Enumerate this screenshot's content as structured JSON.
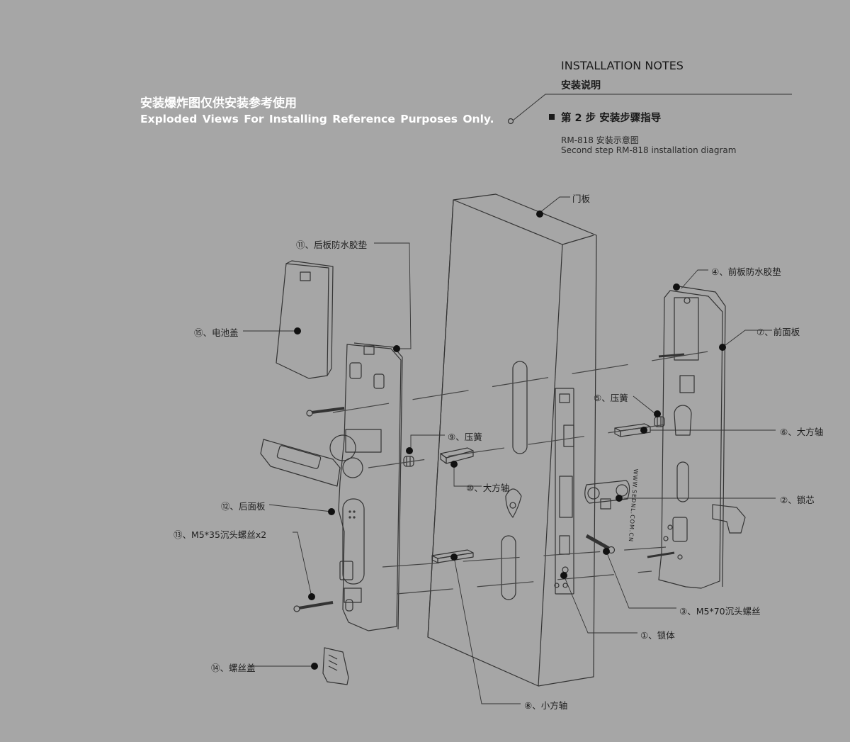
{
  "header": {
    "title_cn": "安装爆炸图仅供安装参考使用",
    "title_en": "Exploded Views For  Installing  Reference  Purposes Only."
  },
  "notes": {
    "title_en": "INSTALLATION NOTES",
    "title_cn": "安装说明",
    "step_label": "第 2 步  安装步骤指导",
    "diagram_cn": "RM-818 安装示意图",
    "diagram_en": "Second step RM-818 installation diagram"
  },
  "parts": {
    "door_panel": "门板",
    "p1": "①、锁体",
    "p2": "②、锁芯",
    "p3": "③、M5*70沉头螺丝",
    "p4": "④、前板防水胶垫",
    "p5": "⑤、压簧",
    "p6": "⑥、大方轴",
    "p7": "⑦、前面板",
    "p8": "⑧、小方轴",
    "p9": "⑨、压簧",
    "p10": "⑩、大方轴",
    "p11": "⑪、后板防水胶垫",
    "p12": "⑫、后面板",
    "p13": "⑬、M5*35沉头螺丝x2",
    "p14": "⑭、螺丝盖",
    "p15": "⑮、电池盖"
  },
  "panel_marking": "WWW.SEDNL.COM.CN",
  "colors": {
    "background": "#a6a6a6",
    "line": "#333333",
    "header_text": "#ffffff"
  }
}
